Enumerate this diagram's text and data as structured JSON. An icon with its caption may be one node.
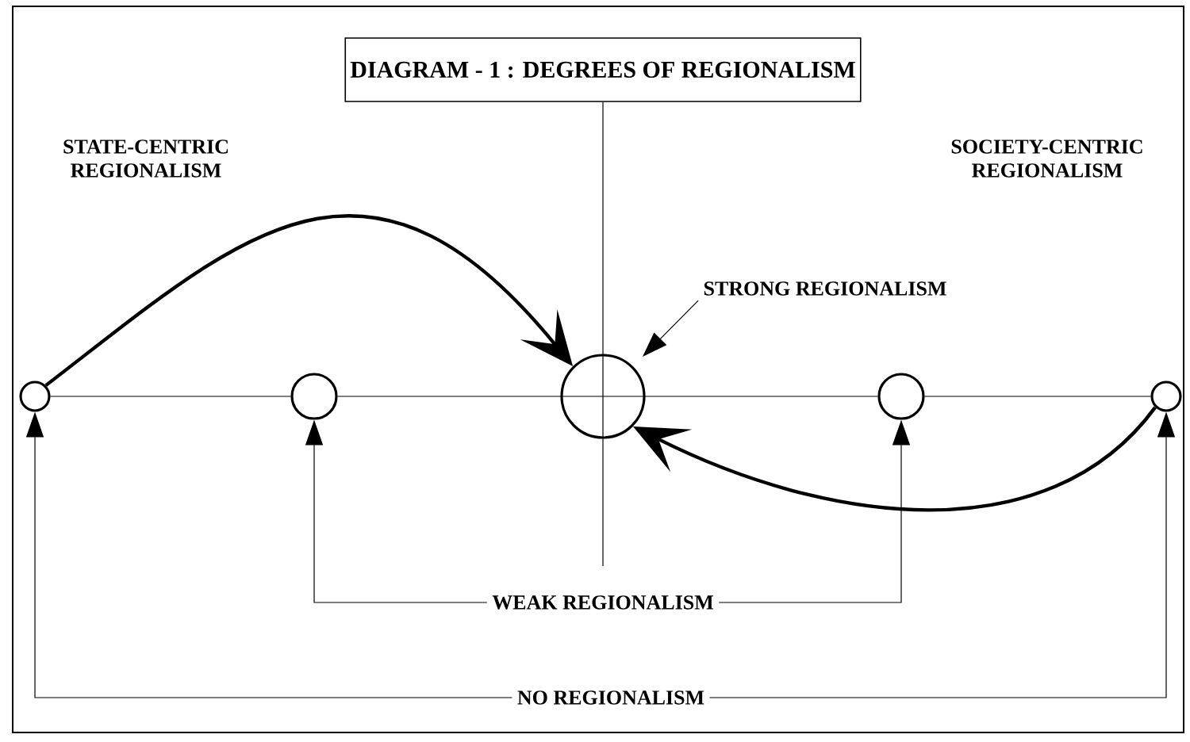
{
  "diagram": {
    "nodes": [
      {
        "text": [
          "DIAGRAM - 1 : DEGREES OF REGIONALISM"
        ]
      },
      {
        "text": [
          "STRONG REGIONALISM"
        ]
      },
      {
        "text": [],
        "shape": "circle"
      },
      {
        "text": [],
        "shape": "circle"
      },
      {
        "text": [],
        "shape": "circle"
      },
      {
        "text": [],
        "shape": "circle"
      },
      {
        "text": [],
        "shape": "circle"
      },
      {
        "text": [
          "WEAK REGIONALISM"
        ]
      },
      {
        "text": [
          "NO REGIONALISM"
        ]
      }
    ],
    "edges": [
      {
        "from": 0,
        "to": 4,
        "arrow": "none"
      },
      {
        "from": 2,
        "to": 3,
        "arrow": "none"
      },
      {
        "from": 3,
        "to": 4,
        "arrow": "none"
      },
      {
        "from": 4,
        "to": 5,
        "arrow": "none"
      },
      {
        "from": 5,
        "to": 6,
        "arrow": "none"
      },
      {
        "from": 2,
        "to": 4,
        "arrow": "to",
        "style": "thick"
      },
      {
        "from": 6,
        "to": 4,
        "arrow": "to",
        "style": "thick"
      },
      {
        "from": 1,
        "to": 4,
        "arrow": "to"
      },
      {
        "from": 7,
        "to": 3,
        "arrow": "to"
      },
      {
        "from": 7,
        "to": 5,
        "arrow": "to"
      },
      {
        "from": 8,
        "to": 2,
        "arrow": "to"
      },
      {
        "from": 8,
        "to": 6,
        "arrow": "to"
      }
    ],
    "labels": [
      "STATE-CENTRIC REGIONALISM",
      "SOCIETY-CENTRIC REGIONALISM"
    ]
  }
}
